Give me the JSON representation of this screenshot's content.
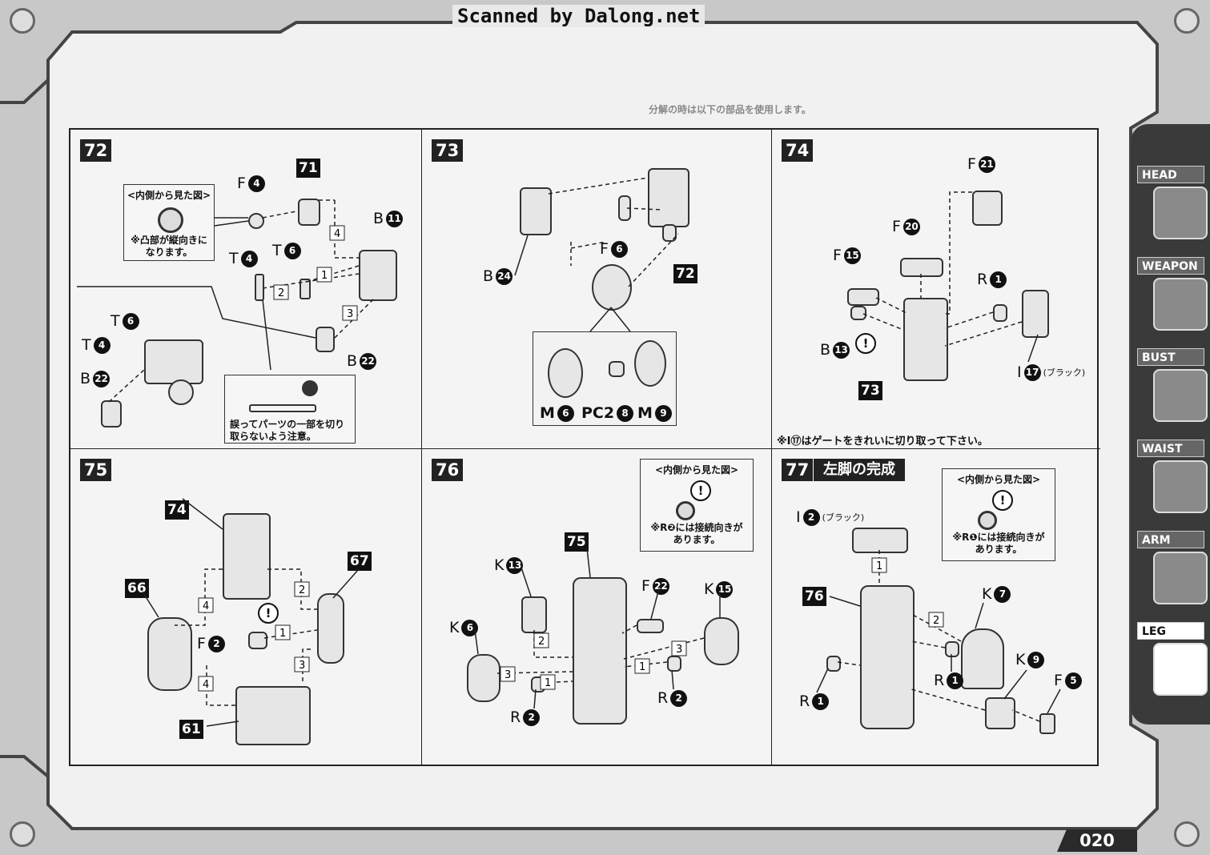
{
  "header": {
    "scan_title": "Scanned by Dalong.net"
  },
  "page": {
    "top_note": "分解の時は以下の部品を使用します。",
    "number": "020"
  },
  "sidebar": {
    "tabs": [
      {
        "label": "HEAD",
        "active": false
      },
      {
        "label": "WEAPON",
        "active": false
      },
      {
        "label": "BUST",
        "active": false
      },
      {
        "label": "WAIST",
        "active": false
      },
      {
        "label": "ARM",
        "active": false
      },
      {
        "label": "LEG",
        "active": true
      }
    ]
  },
  "steps": {
    "s72": {
      "number": "72",
      "inset_title": "<内側から見た図>",
      "inset_note": "※凸部が縦向きに なります。",
      "caution": "誤ってパーツの一部を切り 取らないよう注意。",
      "parts": [
        "F4",
        "71",
        "T6",
        "T4",
        "B11",
        "T6",
        "T4",
        "B22",
        "B22"
      ],
      "labels": {
        "f": "F",
        "t": "T",
        "b": "B",
        "n4": "4",
        "n6": "6",
        "n11": "11",
        "n22": "22",
        "n71": "71"
      },
      "steps_arrow": [
        "1",
        "2",
        "3",
        "4"
      ]
    },
    "s73": {
      "number": "73",
      "labels": {
        "b": "B",
        "n24": "24",
        "f": "F",
        "n6": "6",
        "n72": "72",
        "m": "M",
        "pc": "PC2",
        "n8": "8",
        "n9": "9"
      }
    },
    "s74": {
      "number": "74",
      "note": "※I⑰はゲートをきれいに切り取って下さい。",
      "labels": {
        "f": "F",
        "n21": "21",
        "n20": "20",
        "n15": "15",
        "r": "R",
        "n1": "1",
        "b": "B",
        "n13": "13",
        "n73": "73",
        "i": "I",
        "n17": "17",
        "black": "(ブラック)"
      }
    },
    "s75": {
      "number": "75",
      "labels": {
        "n74": "74",
        "n66": "66",
        "n67": "67",
        "f": "F",
        "n2": "2",
        "n61": "61"
      },
      "steps_arrow": [
        "1",
        "2",
        "3",
        "4",
        "4"
      ]
    },
    "s76": {
      "number": "76",
      "inset_title": "<内側から見た図>",
      "inset_note": "※R❷には接続向きが あります。",
      "labels": {
        "n75": "75",
        "k": "K",
        "n13": "13",
        "n6": "6",
        "f": "F",
        "n22": "22",
        "n15": "15",
        "r": "R",
        "n2": "2"
      },
      "steps_arrow": [
        "1",
        "1",
        "2",
        "3",
        "3"
      ]
    },
    "s77": {
      "number": "77",
      "title": "左脚の完成",
      "inset_title": "<内側から見た図>",
      "inset_note": "※R❶には接続向きが あります。",
      "labels": {
        "i": "I",
        "n2": "2",
        "black": "(ブラック)",
        "n76": "76",
        "k": "K",
        "n7": "7",
        "n9": "9",
        "r": "R",
        "n1": "1",
        "f": "F",
        "n5": "5"
      },
      "steps_arrow": [
        "1",
        "2"
      ]
    }
  }
}
